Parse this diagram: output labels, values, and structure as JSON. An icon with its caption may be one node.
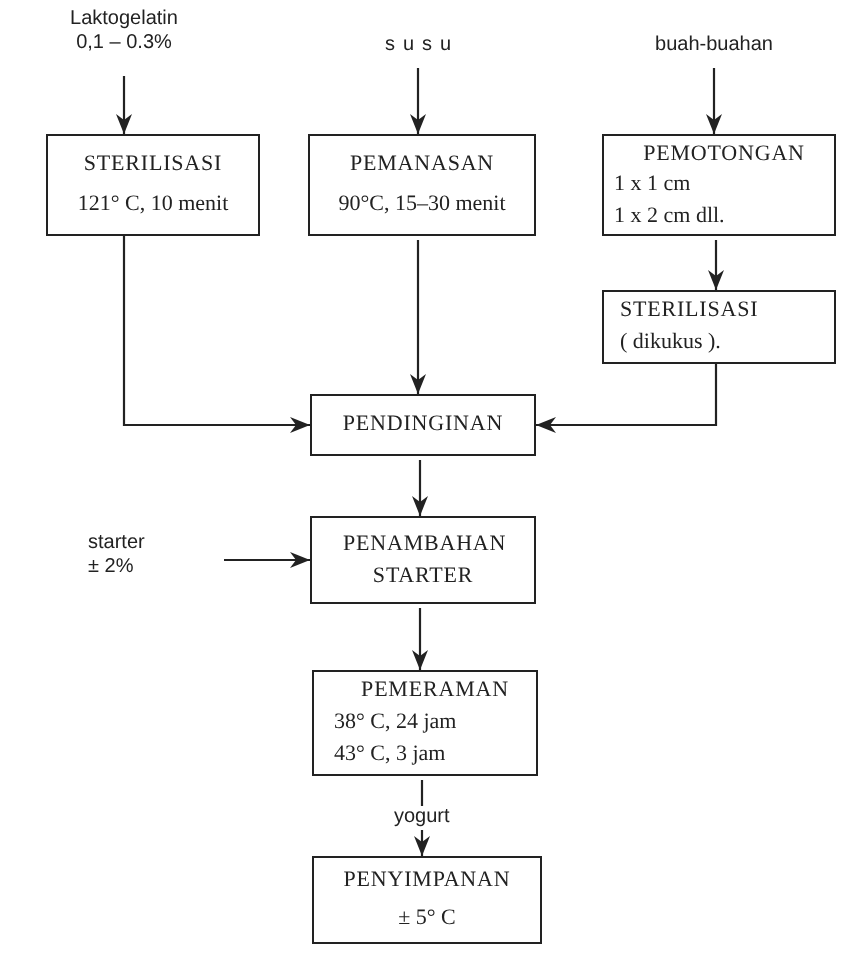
{
  "diagram": {
    "nodes": [
      {
        "text": [
          "Laktogelatin",
          "0,1 – 0.3%"
        ]
      },
      {
        "text": [
          "susu"
        ]
      },
      {
        "text": [
          "buah-buahan"
        ]
      },
      {
        "text": [
          "STERILISASI",
          "121° C, 10 menit"
        ]
      },
      {
        "text": [
          "PEMANASAN",
          "90°C, 15–30 menit"
        ]
      },
      {
        "text": [
          "PEMOTONGAN",
          "1 x 1 cm",
          "1 x 2 cm dll."
        ]
      },
      {
        "text": [
          "STERILISASI",
          "( dikukus )."
        ]
      },
      {
        "text": [
          "PENDINGINAN"
        ]
      },
      {
        "text": [
          "starter",
          "± 2%"
        ]
      },
      {
        "text": [
          "PENAMBAHAN STARTER"
        ]
      },
      {
        "text": [
          "PEMERAMAN",
          "38° C, 24 jam",
          "43° C, 3 jam"
        ]
      },
      {
        "text": [
          "PENYIMPANAN",
          "± 5° C"
        ]
      }
    ],
    "edges": [
      {
        "from": 0,
        "to": 3,
        "arrow": "to"
      },
      {
        "from": 1,
        "to": 4,
        "arrow": "to"
      },
      {
        "from": 2,
        "to": 5,
        "arrow": "to"
      },
      {
        "from": 5,
        "to": 6,
        "arrow": "to"
      },
      {
        "from": 3,
        "to": 7,
        "arrow": "to"
      },
      {
        "from": 4,
        "to": 7,
        "arrow": "to"
      },
      {
        "from": 6,
        "to": 7,
        "arrow": "to"
      },
      {
        "from": 7,
        "to": 9,
        "arrow": "to"
      },
      {
        "from": 8,
        "to": 9,
        "arrow": "to"
      },
      {
        "from": 9,
        "to": 10,
        "arrow": "to"
      },
      {
        "from": 10,
        "to": 11,
        "label": "yogurt",
        "arrow": "to"
      }
    ]
  }
}
